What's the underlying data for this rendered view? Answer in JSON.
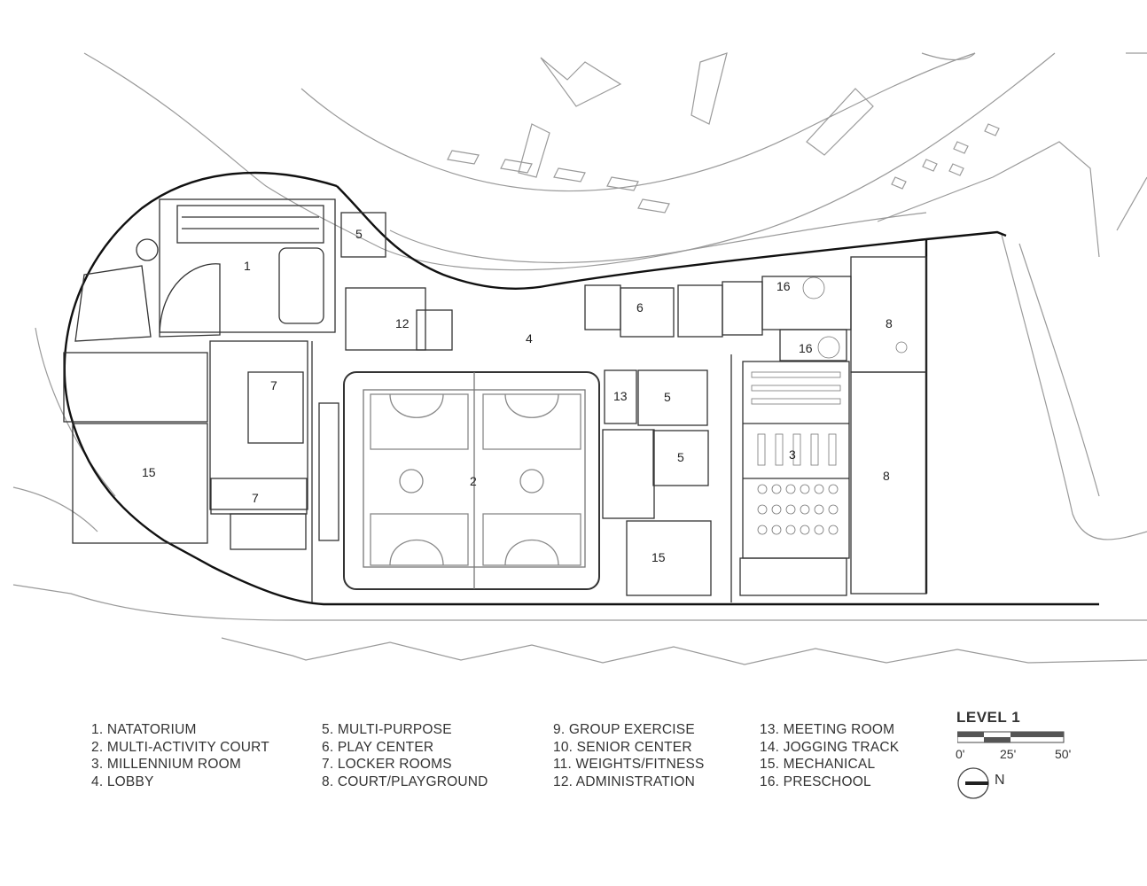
{
  "plan_title": "LEVEL 1",
  "room_numbers": {
    "n1": "1",
    "n2": "2",
    "n3": "3",
    "n4": "4",
    "n5a": "5",
    "n5b": "5",
    "n5c": "5",
    "n6": "6",
    "n7a": "7",
    "n7b": "7",
    "n8a": "8",
    "n8b": "8",
    "n12": "12",
    "n13": "13",
    "n15a": "15",
    "n15b": "15",
    "n16a": "16",
    "n16b": "16"
  },
  "legend": {
    "col1": [
      "1. NATATORIUM",
      "2. MULTI-ACTIVITY COURT",
      "3. MILLENNIUM ROOM",
      "4. LOBBY"
    ],
    "col2": [
      "5. MULTI-PURPOSE",
      "6. PLAY CENTER",
      "7. LOCKER ROOMS",
      "8. COURT/PLAYGROUND"
    ],
    "col3": [
      "9. GROUP EXERCISE",
      "10. SENIOR CENTER",
      "11. WEIGHTS/FITNESS",
      "12. ADMINISTRATION"
    ],
    "col4": [
      "13. MEETING ROOM",
      "14. JOGGING TRACK",
      "15. MECHANICAL",
      "16. PRESCHOOL"
    ]
  },
  "scale": {
    "s0": "0'",
    "s25": "25'",
    "s50": "50'"
  },
  "north_label": "N",
  "icons": {
    "north_arrow": "north-arrow-icon"
  }
}
